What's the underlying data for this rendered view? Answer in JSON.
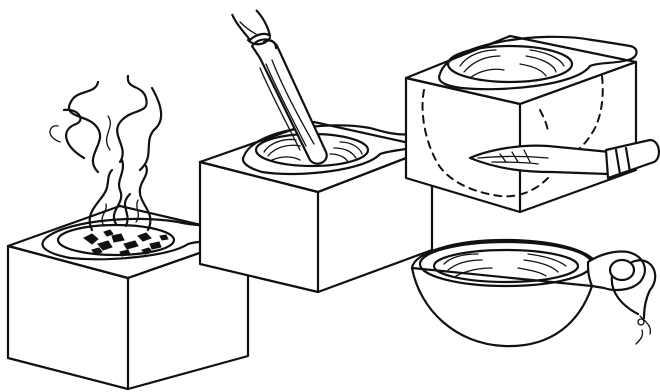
{
  "illustration": {
    "style": "black ink line drawing",
    "colors": {
      "ink": "#111111",
      "paper": "#ffffff"
    },
    "panels": [
      {
        "id": "burning",
        "icon": "smoke-icon"
      },
      {
        "id": "grinding",
        "icon": "pestle-icon"
      },
      {
        "id": "carving",
        "icon": "knife-icon"
      },
      {
        "id": "finished-cup",
        "icon": "cup-icon"
      }
    ]
  }
}
